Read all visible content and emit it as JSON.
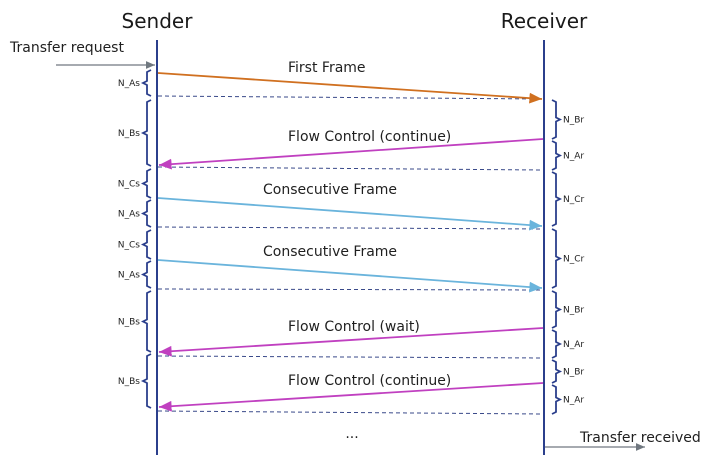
{
  "lifelines": {
    "sender": "Sender",
    "receiver": "Receiver"
  },
  "external": {
    "request": "Transfer request",
    "received": "Transfer received"
  },
  "colors": {
    "lifeline": "#2b3f8c",
    "brace": "#2b3f8c",
    "dashed": "#3a4a8a",
    "first_frame": "#d07020",
    "flow_control": "#c040c0",
    "consecutive_frame": "#6ab4dc",
    "external_arrow": "#707880"
  },
  "messages": [
    {
      "label": "First Frame",
      "type": "first_frame",
      "direction": "sender-to-receiver"
    },
    {
      "label": "Flow Control (continue)",
      "type": "flow_control",
      "direction": "receiver-to-sender"
    },
    {
      "label": "Consecutive Frame",
      "type": "consecutive_frame",
      "direction": "sender-to-receiver"
    },
    {
      "label": "Consecutive Frame",
      "type": "consecutive_frame",
      "direction": "sender-to-receiver"
    },
    {
      "label": "Flow Control (wait)",
      "type": "flow_control",
      "direction": "receiver-to-sender"
    },
    {
      "label": "Flow Control (continue)",
      "type": "flow_control",
      "direction": "receiver-to-sender"
    }
  ],
  "ellipsis": "...",
  "sender_timers": [
    "N_As",
    "N_Bs",
    "N_Cs",
    "N_As",
    "N_Cs",
    "N_As",
    "N_Bs",
    "N_Bs"
  ],
  "receiver_timers": [
    "N_Br",
    "N_Ar",
    "N_Cr",
    "N_Cr",
    "N_Br",
    "N_Ar",
    "N_Br",
    "N_Ar"
  ]
}
